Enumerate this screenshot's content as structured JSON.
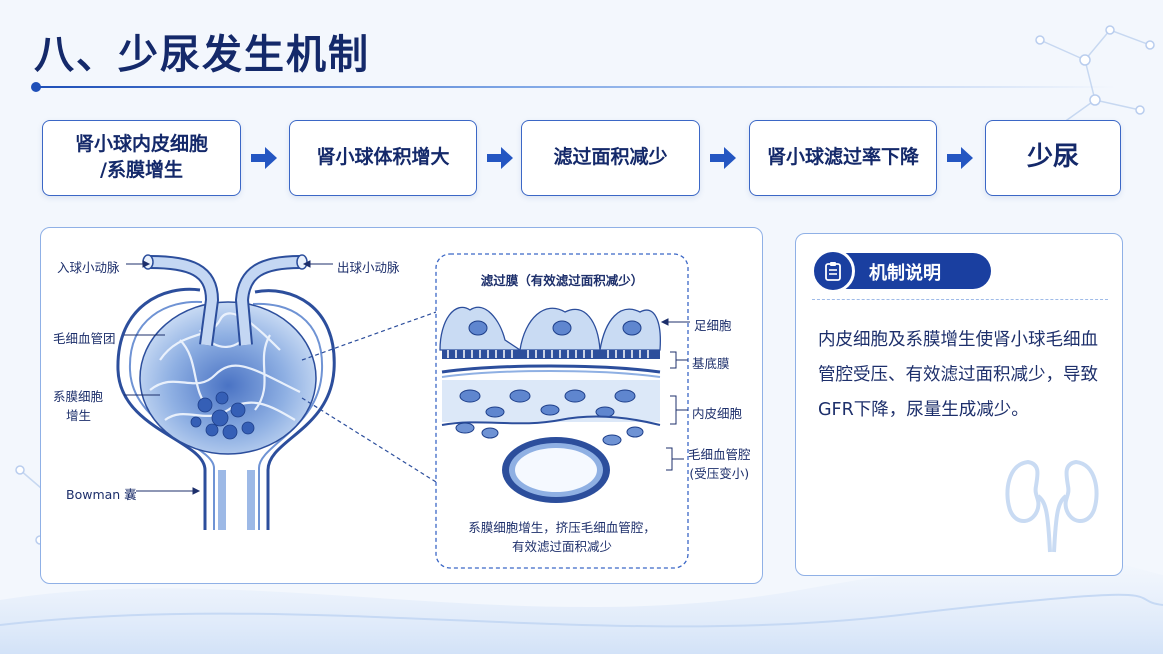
{
  "page": {
    "title": "八、少尿发生机制"
  },
  "flow": {
    "steps": [
      {
        "line1": "肾小球内皮细胞",
        "line2": "/系膜增生"
      },
      {
        "line1": "肾小球体积增大"
      },
      {
        "line1": "滤过面积减少"
      },
      {
        "line1": "肾小球滤过率下降"
      },
      {
        "line1": "少尿"
      }
    ]
  },
  "diagram": {
    "labels": {
      "afferent": "入球小动脉",
      "efferent": "出球小动脉",
      "capillary": "毛细血管团",
      "mesangial1": "系膜细胞",
      "mesangial2": "增生",
      "bowman": "Bowman 囊"
    },
    "membrane": {
      "title": "滤过膜（有效滤过面积减少）",
      "podocyte": "足细胞",
      "basement": "基底膜",
      "endothelial": "内皮细胞",
      "lumen1": "毛细血管腔",
      "lumen2": "(受压变小)",
      "caption1": "系膜细胞增生，挤压毛细血管腔，",
      "caption2": "有效滤过面积减少"
    }
  },
  "mechanism": {
    "heading": "机制说明",
    "text": "内皮细胞及系膜增生使肾小球毛细血管腔受压、有效滤过面积减少，导致GFR下降，尿量生成减少。"
  },
  "colors": {
    "primary": "#1a3fa0",
    "accent": "#2f6fd8",
    "border": "#3b67c6",
    "text": "#1d2f6b"
  }
}
